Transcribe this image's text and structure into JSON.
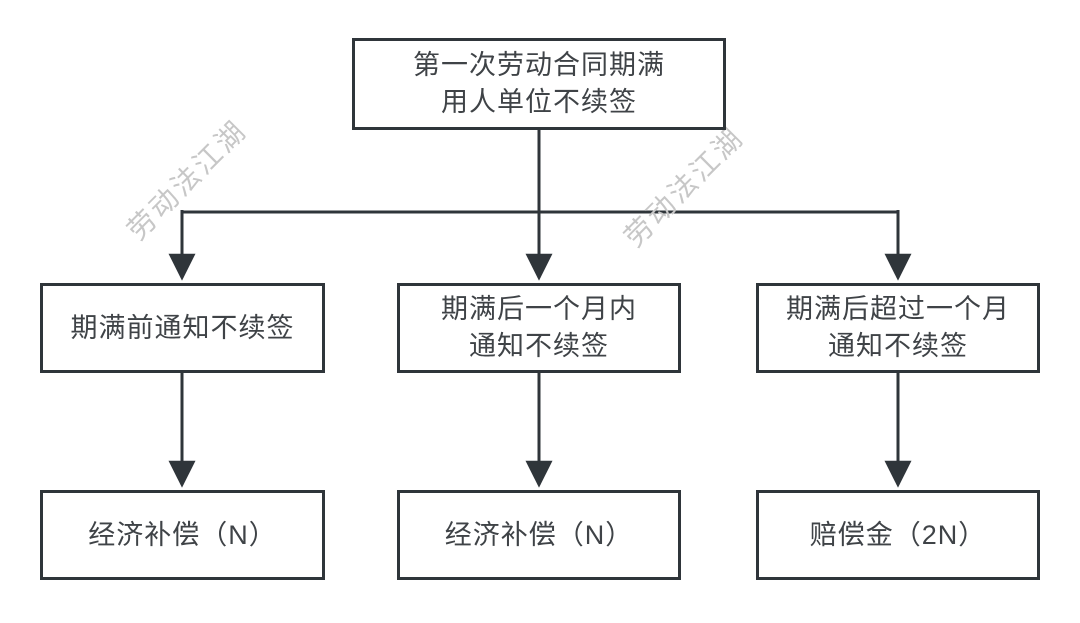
{
  "diagram": {
    "watermark": {
      "text": "劳动法江湖"
    },
    "nodes": {
      "root": {
        "text": "第一次劳动合同期满\n用人单位不续签"
      },
      "branch_left": {
        "text": "期满前通知不续签"
      },
      "branch_middle": {
        "text": "期满后一个月内\n通知不续签"
      },
      "branch_right": {
        "text": "期满后超过一个月\n通知不续签"
      },
      "result_left": {
        "text": "经济补偿（N）"
      },
      "result_middle": {
        "text": "经济补偿（N）"
      },
      "result_right": {
        "text": "赔偿金（2N）"
      }
    },
    "edges": [
      {
        "from": "root",
        "to": "branch_left"
      },
      {
        "from": "root",
        "to": "branch_middle"
      },
      {
        "from": "root",
        "to": "branch_right"
      },
      {
        "from": "branch_left",
        "to": "result_left"
      },
      {
        "from": "branch_middle",
        "to": "result_middle"
      },
      {
        "from": "branch_right",
        "to": "result_right"
      }
    ],
    "colors": {
      "line": "#2f353a",
      "text": "#3f4347",
      "watermark": "#c7c7c7",
      "background": "#ffffff"
    }
  }
}
